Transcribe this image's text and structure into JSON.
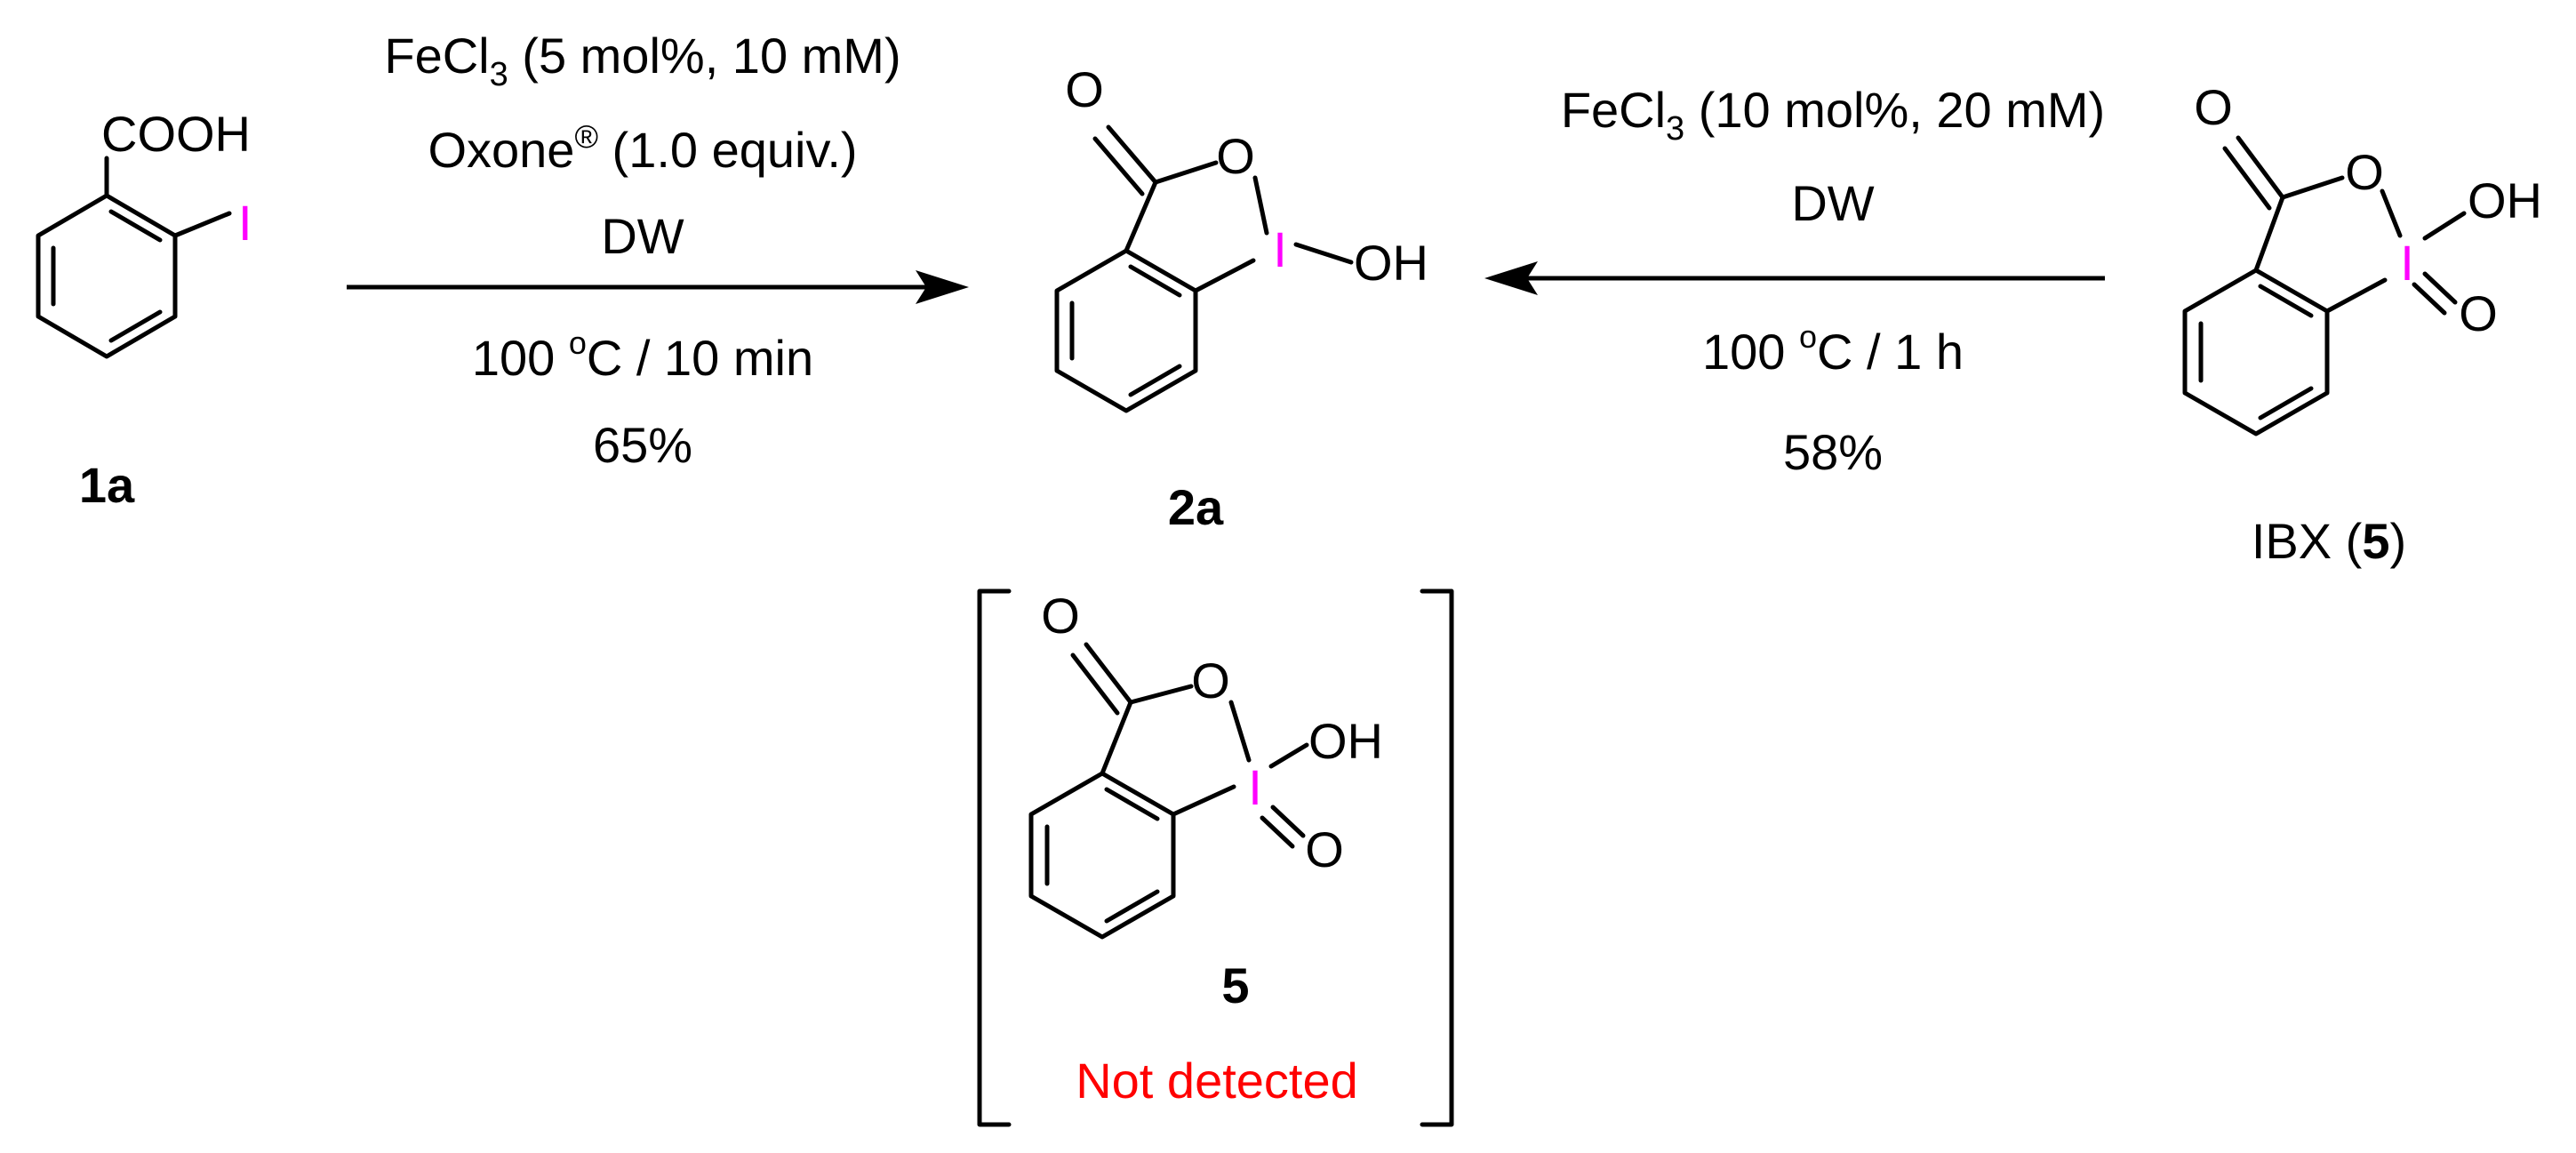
{
  "colors": {
    "text": "#000000",
    "iodine": "#ff00ff",
    "warning": "#ff0000",
    "background": "#ffffff"
  },
  "compound_1a": {
    "carboxyl": "COOH",
    "iodine": "I",
    "label": "1a"
  },
  "reaction_forward": {
    "reagent1_main": "FeCl",
    "reagent1_sub": "3",
    "reagent1_rest": " (5 mol%, 10 mM)",
    "reagent2_main": "Oxone",
    "reagent2_sup": "®",
    "reagent2_rest": "  (1.0 equiv.)",
    "solvent": "DW",
    "temp_value": "100 ",
    "temp_deg": "o",
    "temp_rest": "C / 10 min",
    "yield": "65%"
  },
  "compound_2a": {
    "carbonyl_o": "O",
    "ring_o": "O",
    "iodine": "I",
    "hydroxyl": "OH",
    "label": "2a"
  },
  "reaction_reverse": {
    "reagent1_main": "FeCl",
    "reagent1_sub": "3",
    "reagent1_rest": " (10 mol%, 20 mM)",
    "solvent": "DW",
    "temp_value": "100 ",
    "temp_deg": "o",
    "temp_rest": "C / 1 h",
    "yield": "58%"
  },
  "compound_ibx": {
    "carbonyl_o": "O",
    "ring_o": "O",
    "iodine": "I",
    "hydroxyl": "OH",
    "oxo": "O",
    "label_prefix": "IBX (",
    "label_number": "5",
    "label_suffix": ")"
  },
  "intermediate_5": {
    "carbonyl_o": "O",
    "ring_o": "O",
    "iodine": "I",
    "hydroxyl": "OH",
    "oxo": "O",
    "label": "5",
    "status": "Not detected"
  }
}
